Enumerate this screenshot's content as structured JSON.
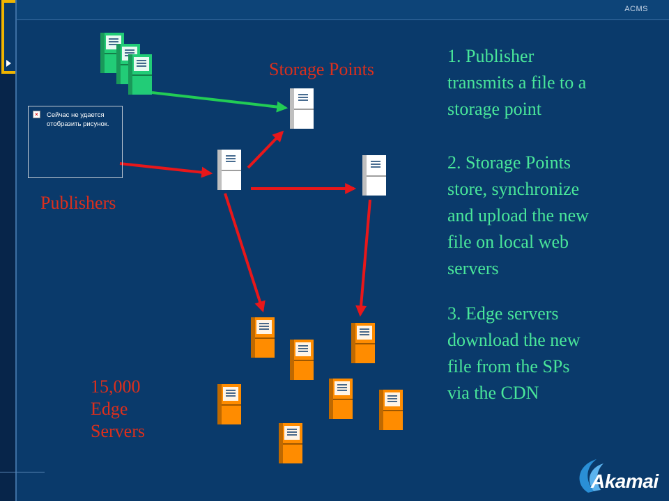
{
  "header": {
    "label": "ACMS"
  },
  "captions": {
    "storage_points": "Storage Points",
    "publishers": "Publishers",
    "edge_servers": [
      "15,000",
      "Edge",
      "Servers"
    ]
  },
  "steps": [
    {
      "lines": [
        "1. Publisher",
        "transmits  a file to a",
        "storage point"
      ]
    },
    {
      "lines": [
        "2. Storage Points",
        "store, synchronize",
        "and upload the new",
        "file on local web",
        "servers"
      ]
    },
    {
      "lines": [
        "3. Edge servers",
        "download the new",
        "file from the SPs",
        "via the CDN"
      ]
    }
  ],
  "broken_image": {
    "text": "Сейчас не удается отобразить рисунок."
  },
  "logo": {
    "text": "Akamai"
  },
  "colors": {
    "background": "#0a3a6b",
    "publisher_server": "#22cc77",
    "storage_server": "#ffffff",
    "edge_server": "#ff8c00",
    "green_arrow": "#22cc55",
    "red_arrow": "#e8171a",
    "step_text": "#49e69a",
    "caption_text": "#dc2f1c"
  },
  "icons": {
    "publisher": "server-icon",
    "storage": "server-icon",
    "edge": "server-icon",
    "broken_image": "broken-image-icon",
    "logo": "akamai-logo"
  }
}
